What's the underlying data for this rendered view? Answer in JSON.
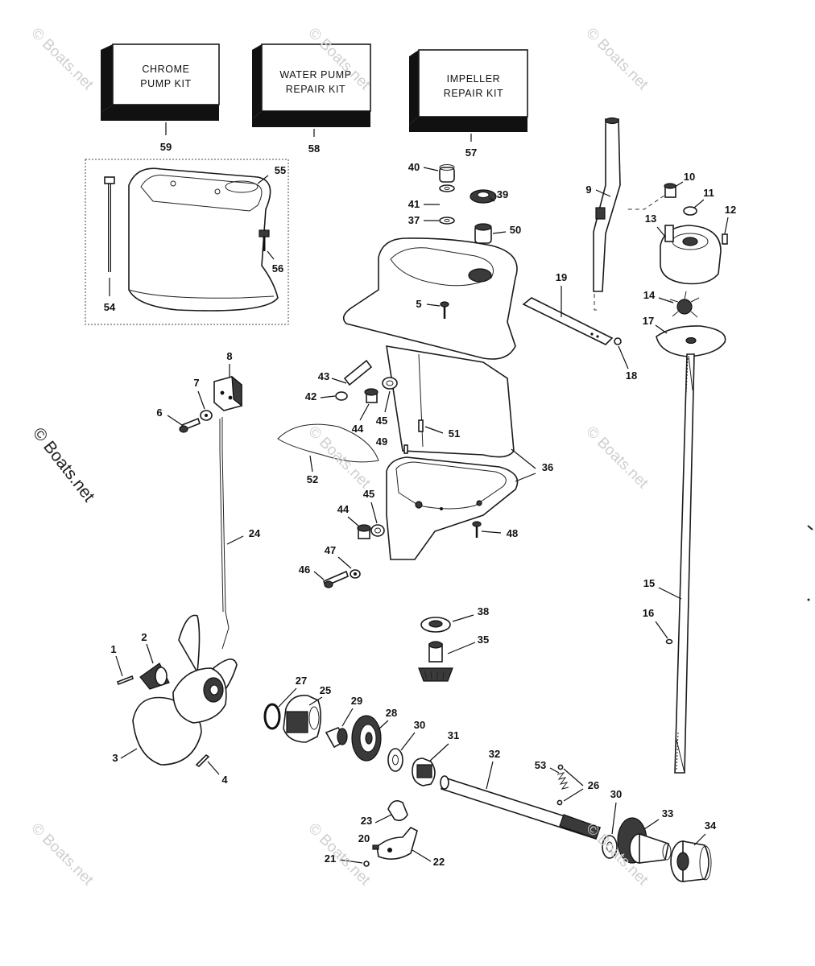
{
  "kits": [
    {
      "name": "chrome-pump-kit",
      "line1": "CHROME",
      "line2": "PUMP KIT",
      "number": "59"
    },
    {
      "name": "water-pump-repair-kit",
      "line1": "WATER PUMP",
      "line2": "REPAIR KIT",
      "number": "58"
    },
    {
      "name": "impeller-repair-kit",
      "line1": "IMPELLER",
      "line2": "REPAIR KIT",
      "number": "57"
    }
  ],
  "callouts": {
    "c1": "1",
    "c2": "2",
    "c3": "3",
    "c4": "4",
    "c5": "5",
    "c6": "6",
    "c7": "7",
    "c8": "8",
    "c9": "9",
    "c10": "10",
    "c11": "11",
    "c12": "12",
    "c13": "13",
    "c14": "14",
    "c15": "15",
    "c16": "16",
    "c17": "17",
    "c18": "18",
    "c19": "19",
    "c20": "20",
    "c21": "21",
    "c22": "22",
    "c23": "23",
    "c24": "24",
    "c25": "25",
    "c26": "26",
    "c27": "27",
    "c28": "28",
    "c29": "29",
    "c30a": "30",
    "c30b": "30",
    "c31": "31",
    "c32": "32",
    "c33": "33",
    "c34": "34",
    "c35": "35",
    "c36": "36",
    "c37": "37",
    "c38": "38",
    "c39": "39",
    "c40": "40",
    "c41": "41",
    "c42": "42",
    "c43": "43",
    "c44a": "44",
    "c44b": "44",
    "c45a": "45",
    "c45b": "45",
    "c46": "46",
    "c47": "47",
    "c48": "48",
    "c49": "49",
    "c50": "50",
    "c51": "51",
    "c52": "52",
    "c53": "53",
    "c54": "54",
    "c55": "55",
    "c56": "56"
  },
  "watermark": {
    "text": "© Boats.net",
    "side_text": "© Boats.net"
  }
}
